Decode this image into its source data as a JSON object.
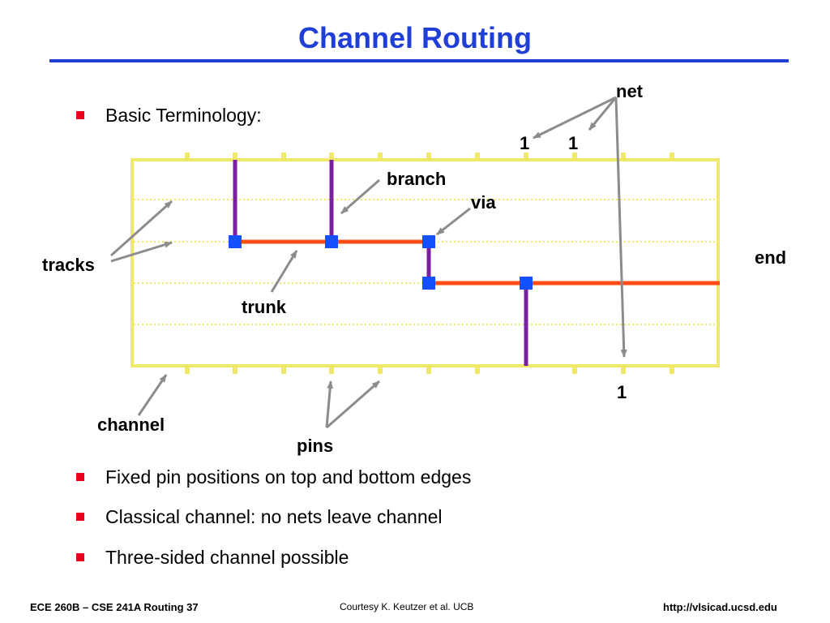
{
  "slide": {
    "title": "Channel Routing",
    "bullets": [
      "Basic Terminology:",
      "Fixed pin positions on top and bottom edges",
      "Classical channel: no nets leave channel",
      "Three-sided channel possible"
    ]
  },
  "diagram": {
    "labels": {
      "net": "net",
      "branch": "branch",
      "via": "via",
      "tracks": "tracks",
      "end": "end",
      "trunk": "trunk",
      "channel": "channel",
      "pins": "pins",
      "top_pin_1": "1",
      "top_pin_2": "1",
      "bottom_pin": "1"
    },
    "colors": {
      "channel_border": "#f0e868",
      "track_line": "#f0e868",
      "trunk": "#ff4d1a",
      "branch": "#7b1fa2",
      "via": "#1550ff",
      "arrow": "#8c8c8c"
    }
  },
  "footer": {
    "left": "ECE 260B – CSE 241A Routing 37",
    "center": "Courtesy K. Keutzer et al. UCB",
    "right": "http://vlsicad.ucsd.edu"
  }
}
